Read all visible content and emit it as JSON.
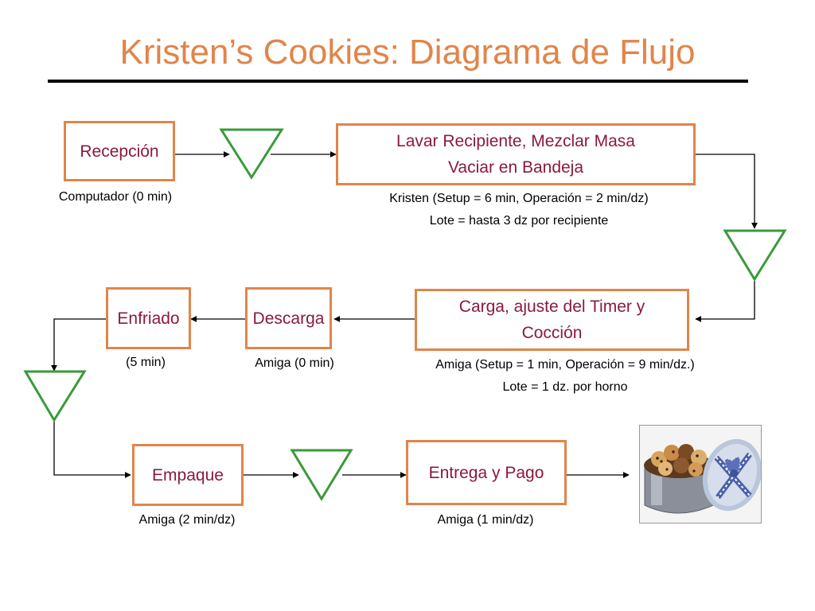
{
  "title": "Kristen’s Cookies: Diagrama de Flujo",
  "colors": {
    "title": "#e0854a",
    "box_border": "#e0854a",
    "box_text": "#8b1a3c",
    "triangle": "#3a9a3a",
    "rule": "#000000",
    "arrow": "#000000"
  },
  "steps": {
    "recepcion": {
      "label": "Recepción",
      "caption": "Computador (0 min)"
    },
    "lavar": {
      "label_lines": [
        "Lavar Recipiente, Mezclar Masa",
        "Vaciar en Bandeja"
      ],
      "caption_lines": [
        "Kristen (Setup = 6 min, Operación = 2 min/dz)",
        "Lote = hasta 3 dz por recipiente"
      ]
    },
    "carga": {
      "label_lines": [
        "Carga, ajuste del Timer y",
        "Cocción"
      ],
      "caption_lines": [
        "Amiga (Setup = 1 min, Operación = 9 min/dz.)",
        "Lote = 1 dz. por horno"
      ]
    },
    "descarga": {
      "label": "Descarga",
      "caption": "Amiga (0 min)"
    },
    "enfriado": {
      "label": "Enfriado",
      "caption": "(5 min)"
    },
    "empaque": {
      "label": "Empaque",
      "caption": "Amiga (2 min/dz)"
    },
    "entrega": {
      "label": "Entrega y Pago",
      "caption": "Amiga (1 min/dz)"
    }
  },
  "image": {
    "icon": "cookie-tin-photo"
  }
}
